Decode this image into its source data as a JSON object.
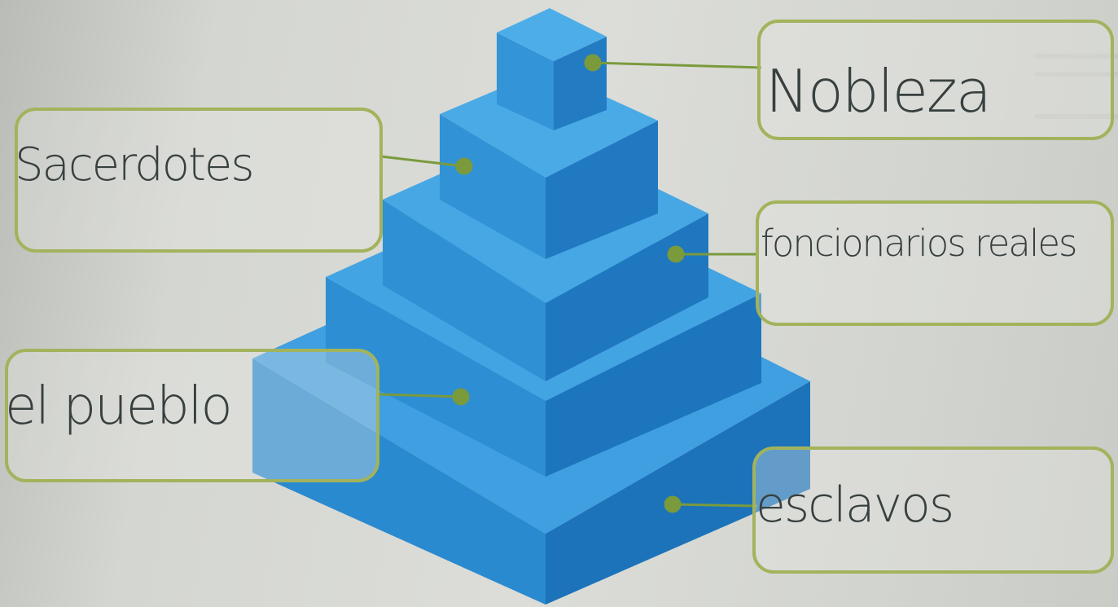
{
  "diagram": {
    "levels": [
      {
        "id": "nobleza",
        "label": "Nobleza"
      },
      {
        "id": "sacerdotes",
        "label": "Sacerdotes"
      },
      {
        "id": "funcionarios",
        "label": "foncionarios reales"
      },
      {
        "id": "pueblo",
        "label": "el pueblo"
      },
      {
        "id": "esclavos",
        "label": "esclavos"
      }
    ],
    "colors": {
      "pyramid_front": "#2a8ad0",
      "pyramid_side": "#1c73ba",
      "pyramid_top": "#45a6e4",
      "connector": "#7a9a3c",
      "box_border": "#a2b35c",
      "handwriting": "#37403f"
    }
  }
}
